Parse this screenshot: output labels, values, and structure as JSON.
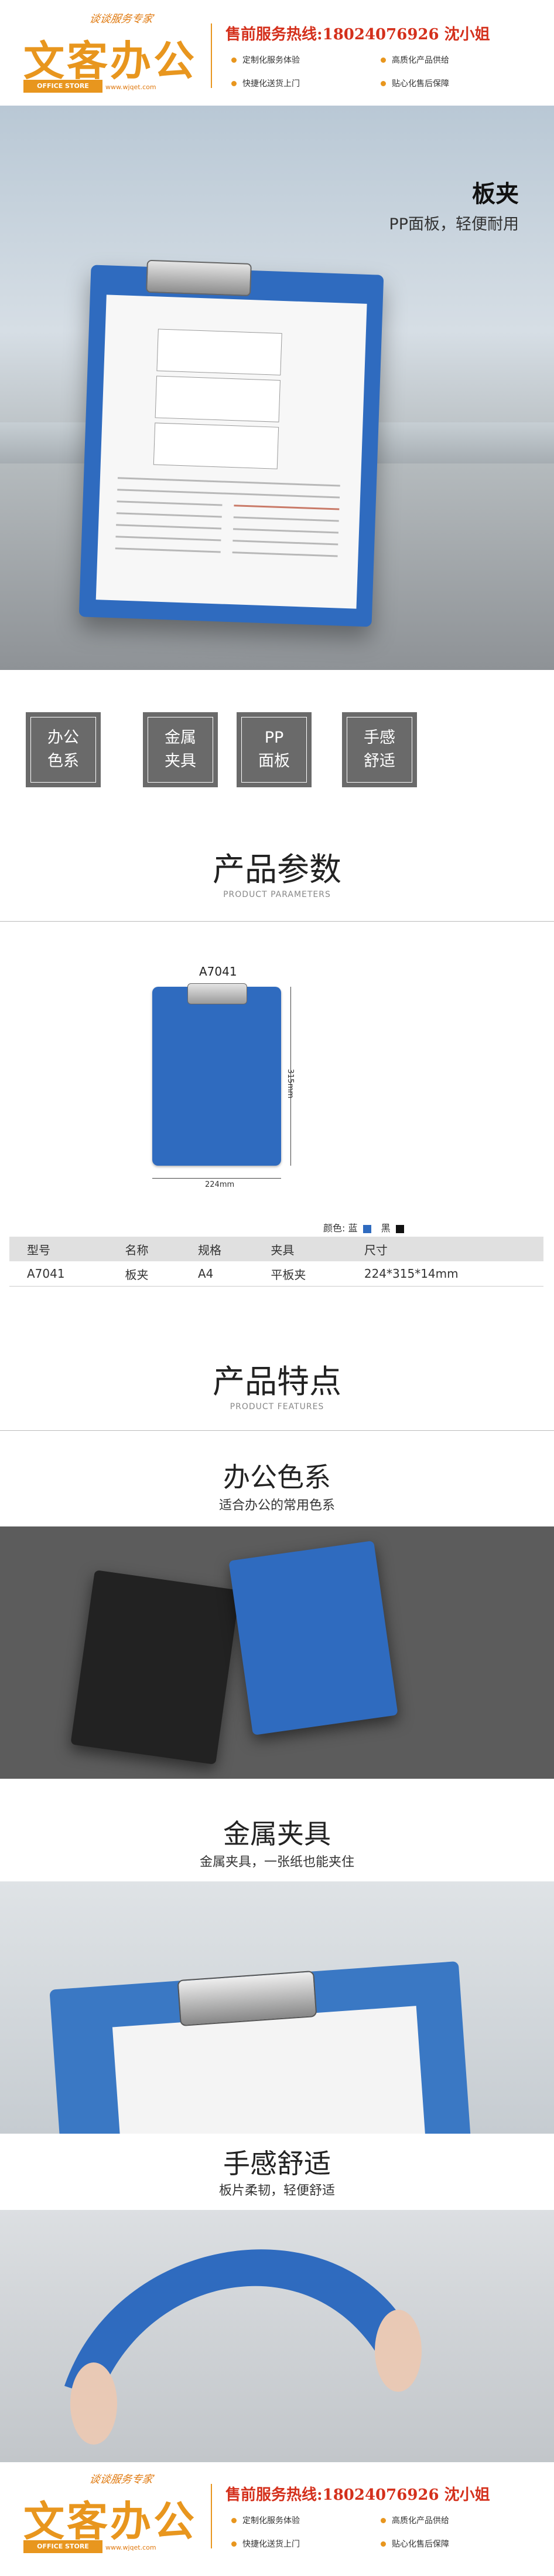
{
  "header": {
    "slogan": "谈谈服务专家",
    "logo_cn": "文客办公",
    "logo_en": "OFFICE STORE",
    "logo_url": "www.wjqet.com",
    "hotline": "售前服务热线:18024076926 沈小姐",
    "features": [
      "定制化服务体验",
      "高质化产品供给",
      "快捷化送货上门",
      "贴心化售后保障"
    ]
  },
  "hero": {
    "title": "板夹",
    "subtitle": "PP面板，轻便耐用"
  },
  "badges": [
    {
      "line1": "办公",
      "line2": "色系"
    },
    {
      "line1": "金属",
      "line2": "夹具"
    },
    {
      "line1": "PP",
      "line2": "面板"
    },
    {
      "line1": "手感",
      "line2": "舒适"
    }
  ],
  "params": {
    "title_cn": "产品参数",
    "title_en": "PRODUCT PARAMETERS",
    "model": "A7041",
    "height_dim": "315mm",
    "width_dim": "224mm",
    "colors_label": "颜色: 蓝",
    "color_black_label": "黑",
    "color_blue_hex": "#2f6bbf",
    "color_black_hex": "#111111",
    "table": {
      "headers": [
        "型号",
        "名称",
        "规格",
        "夹具",
        "尺寸"
      ],
      "row": [
        "A7041",
        "板夹",
        "A4",
        "平板夹",
        "224*315*14mm"
      ]
    }
  },
  "features": {
    "title_cn": "产品特点",
    "title_en": "PRODUCT FEATURES",
    "f1_title": "办公色系",
    "f1_sub": "适合办公的常用色系",
    "f2_title": "金属夹具",
    "f2_sub": "金属夹具，一张纸也能夹住",
    "f3_title": "手感舒适",
    "f3_sub": "板片柔韧，轻便舒适"
  }
}
